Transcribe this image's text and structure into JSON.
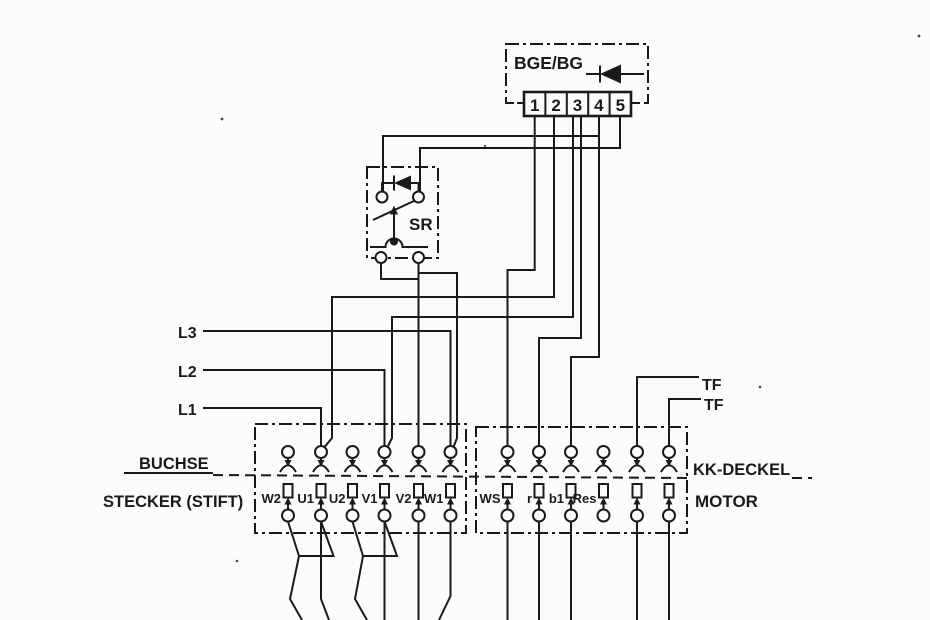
{
  "colors": {
    "ink": "#1a1a1a",
    "paper": "#fcfcfb"
  },
  "bge": {
    "label": "BGE/BG",
    "terminals": [
      "1",
      "2",
      "3",
      "4",
      "5"
    ]
  },
  "sr": {
    "label": "SR"
  },
  "supply": {
    "l3": "L3",
    "l2": "L2",
    "l1": "L1"
  },
  "tf": {
    "tf1": "TF",
    "tf2": "TF"
  },
  "left_connector": {
    "row_top": "BUCHSE",
    "row_bottom": "STECKER (STIFT)",
    "pins": [
      "W2",
      "U1",
      "U2",
      "V1",
      "V2",
      "W1"
    ]
  },
  "right_connector": {
    "row_top": "KK-DECKEL",
    "row_bottom": "MOTOR",
    "pins": [
      "WS",
      "r",
      "b1",
      "Res",
      "",
      ""
    ]
  }
}
